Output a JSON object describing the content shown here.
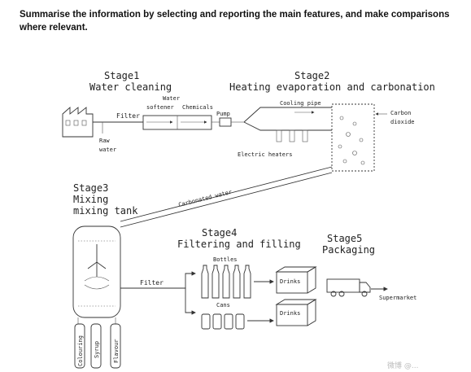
{
  "prompt": "Summarise the information by selecting and reporting the main features, and make comparisons where relevant.",
  "stage1": {
    "title": "Stage1",
    "subtitle": "Water cleaning"
  },
  "stage2": {
    "title": "Stage2",
    "subtitle": "Heating evaporation and carbonation"
  },
  "stage3": {
    "title": "Stage3",
    "line2": "Mixing",
    "line3": "mixing tank"
  },
  "stage4": {
    "title": "Stage4",
    "subtitle": "Filtering and filling"
  },
  "stage5": {
    "title": "Stage5",
    "subtitle": "Packaging"
  },
  "labels": {
    "filter1": "Filter",
    "raw": "Raw",
    "water": "water",
    "softener_line1": "Water",
    "softener_line2": "softener",
    "chemicals": "Chemicals",
    "pump": "Pump",
    "cooling_pipe": "Cooling pipe",
    "carbon": "Carbon",
    "dioxide": "dioxide",
    "heaters": "Electric heaters",
    "carbonated": "Carbonated water",
    "filter2": "Filter",
    "bottles": "Bottles",
    "cans": "Cans",
    "drinks_top": "Drinks",
    "drinks_bottom": "Drinks",
    "supermarket": "Supermarket",
    "colouring": "Colouring",
    "syrup": "Syrup",
    "flavour": "Flavour"
  },
  "watermark": "微博 @..."
}
